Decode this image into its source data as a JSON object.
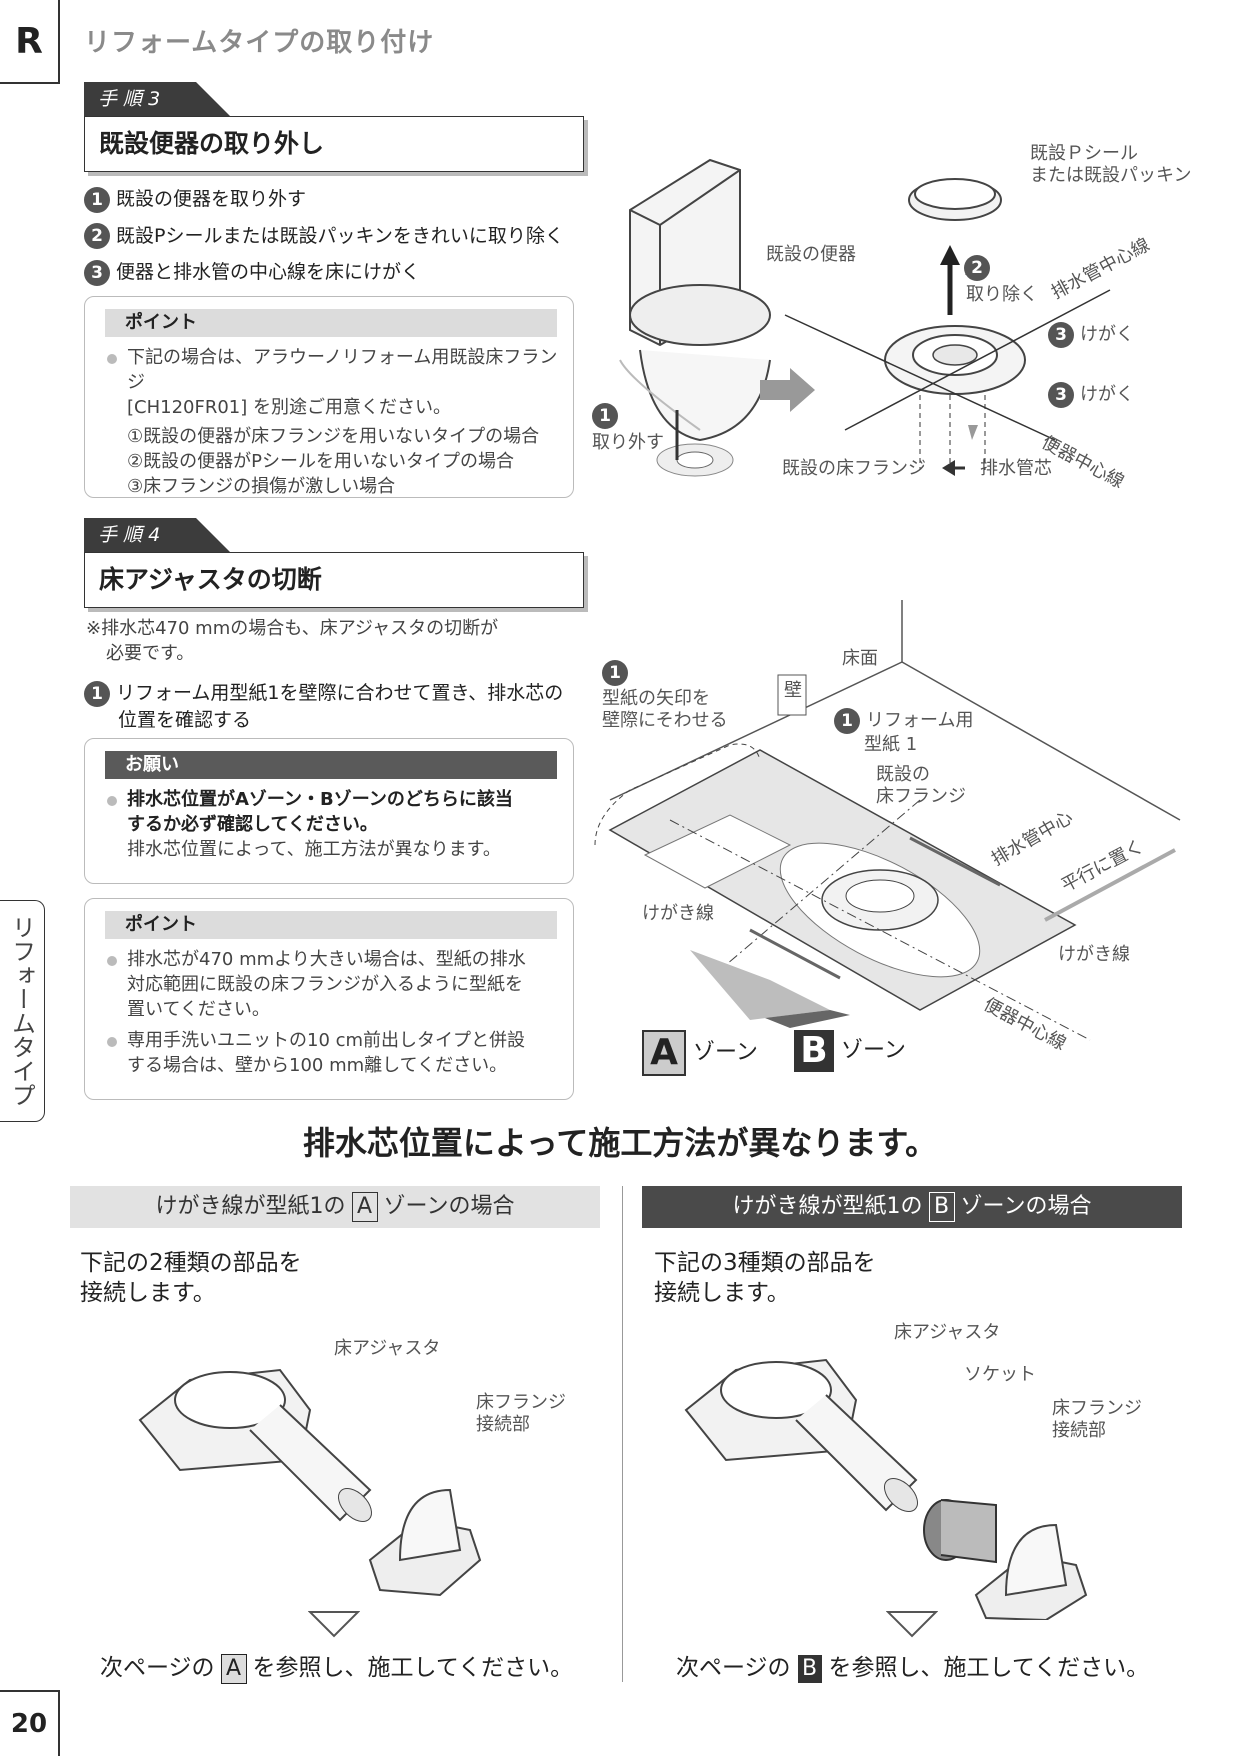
{
  "header": {
    "section_letter": "R",
    "title": "リフォームタイプの取り付け"
  },
  "step3": {
    "tag": "手 順 3",
    "title": "既設便器の取り外し",
    "items": [
      {
        "num": "1",
        "text": "既設の便器を取り外す"
      },
      {
        "num": "2",
        "text": "既設Pシールまたは既設パッキンをきれいに取り除く"
      },
      {
        "num": "3",
        "text": "便器と排水管の中心線を床にけがく"
      }
    ],
    "point": {
      "label": "ポイント",
      "bullet_line1": "下記の場合は、アラウーノリフォーム用既設床フランジ",
      "bullet_line2": "[CH120FR01] を別途ご用意ください。",
      "subs": [
        "①既設の便器が床フランジを用いないタイプの場合",
        "②既設の便器がPシールを用いないタイプの場合",
        "③床フランジの損傷が激しい場合"
      ]
    },
    "figure": {
      "existing_toilet": "既設の便器",
      "remove_num": "1",
      "remove": "取り外す",
      "pseal_line1": "既設Ｐシール",
      "pseal_line2": "または既設パッキン",
      "take_num": "2",
      "take_out": "取り除く",
      "drain_center": "排水管中心線",
      "mark_num": "3",
      "mark1": "けがく",
      "mark2": "けがく",
      "toilet_center": "便器中心線",
      "floor_flange": "既設の床フランジ",
      "drain_pipe": "排水管芯"
    }
  },
  "step4": {
    "tag": "手 順 4",
    "title": "床アジャスタの切断",
    "note_line1": "※排水芯470 mmの場合も、床アジャスタの切断が",
    "note_line2": "必要です。",
    "item_num": "1",
    "item_line1": "リフォーム用型紙1を壁際に合わせて置き、排水芯の",
    "item_line2": "位置を確認する",
    "request": {
      "label": "お願い",
      "line1": "排水芯位置がAゾーン・Bゾーンのどちらに該当",
      "line2": "するか必ず確認してください。",
      "line3": "排水芯位置によって、施工方法が異なります。"
    },
    "point": {
      "label": "ポイント",
      "b1": [
        "排水芯が470 mmより大きい場合は、型紙の排水",
        "対応範囲に既設の床フランジが入るように型紙を",
        "置いてください。"
      ],
      "b2": [
        "専用手洗いユニットの10 cm前出しタイプと併設",
        "する場合は、壁から100 mm離してください。"
      ]
    },
    "figure": {
      "num1": "1",
      "arrow_align1": "型紙の矢印を",
      "arrow_align2": "壁際にそわせる",
      "wall": "壁",
      "floor": "床面",
      "template1": "リフォーム用",
      "template2": "型紙 1",
      "flange1": "既設の",
      "flange2": "床フランジ",
      "drain_center": "排水管中心",
      "parallel": "平行に置く",
      "scribe_left": "けがき線",
      "scribe_right": "けがき線",
      "toilet_center": "便器中心線",
      "zone_a": "A",
      "zone_b": "B",
      "zone_word": "ゾーン"
    }
  },
  "main_heading": "排水芯位置によって施工方法が異なります。",
  "zone_a_case": {
    "bar_pre": "けがき線が型紙1の",
    "letter": "A",
    "bar_post": "ゾーンの場合",
    "desc1": "下記の2種類の部品を",
    "desc2": "接続します。",
    "adjuster": "床アジャスタ",
    "flange1": "床フランジ",
    "flange2": "接続部",
    "ref_pre": "次ページの",
    "ref_post": "を参照し、施工してください。"
  },
  "zone_b_case": {
    "bar_pre": "けがき線が型紙1の",
    "letter": "B",
    "bar_post": "ゾーンの場合",
    "desc1": "下記の3種類の部品を",
    "desc2": "接続します。",
    "adjuster": "床アジャスタ",
    "socket": "ソケット",
    "flange1": "床フランジ",
    "flange2": "接続部",
    "ref_pre": "次ページの",
    "ref_post": "を参照し、施工してください。"
  },
  "side_tab": "リフォームタイプ",
  "page_number": "20"
}
